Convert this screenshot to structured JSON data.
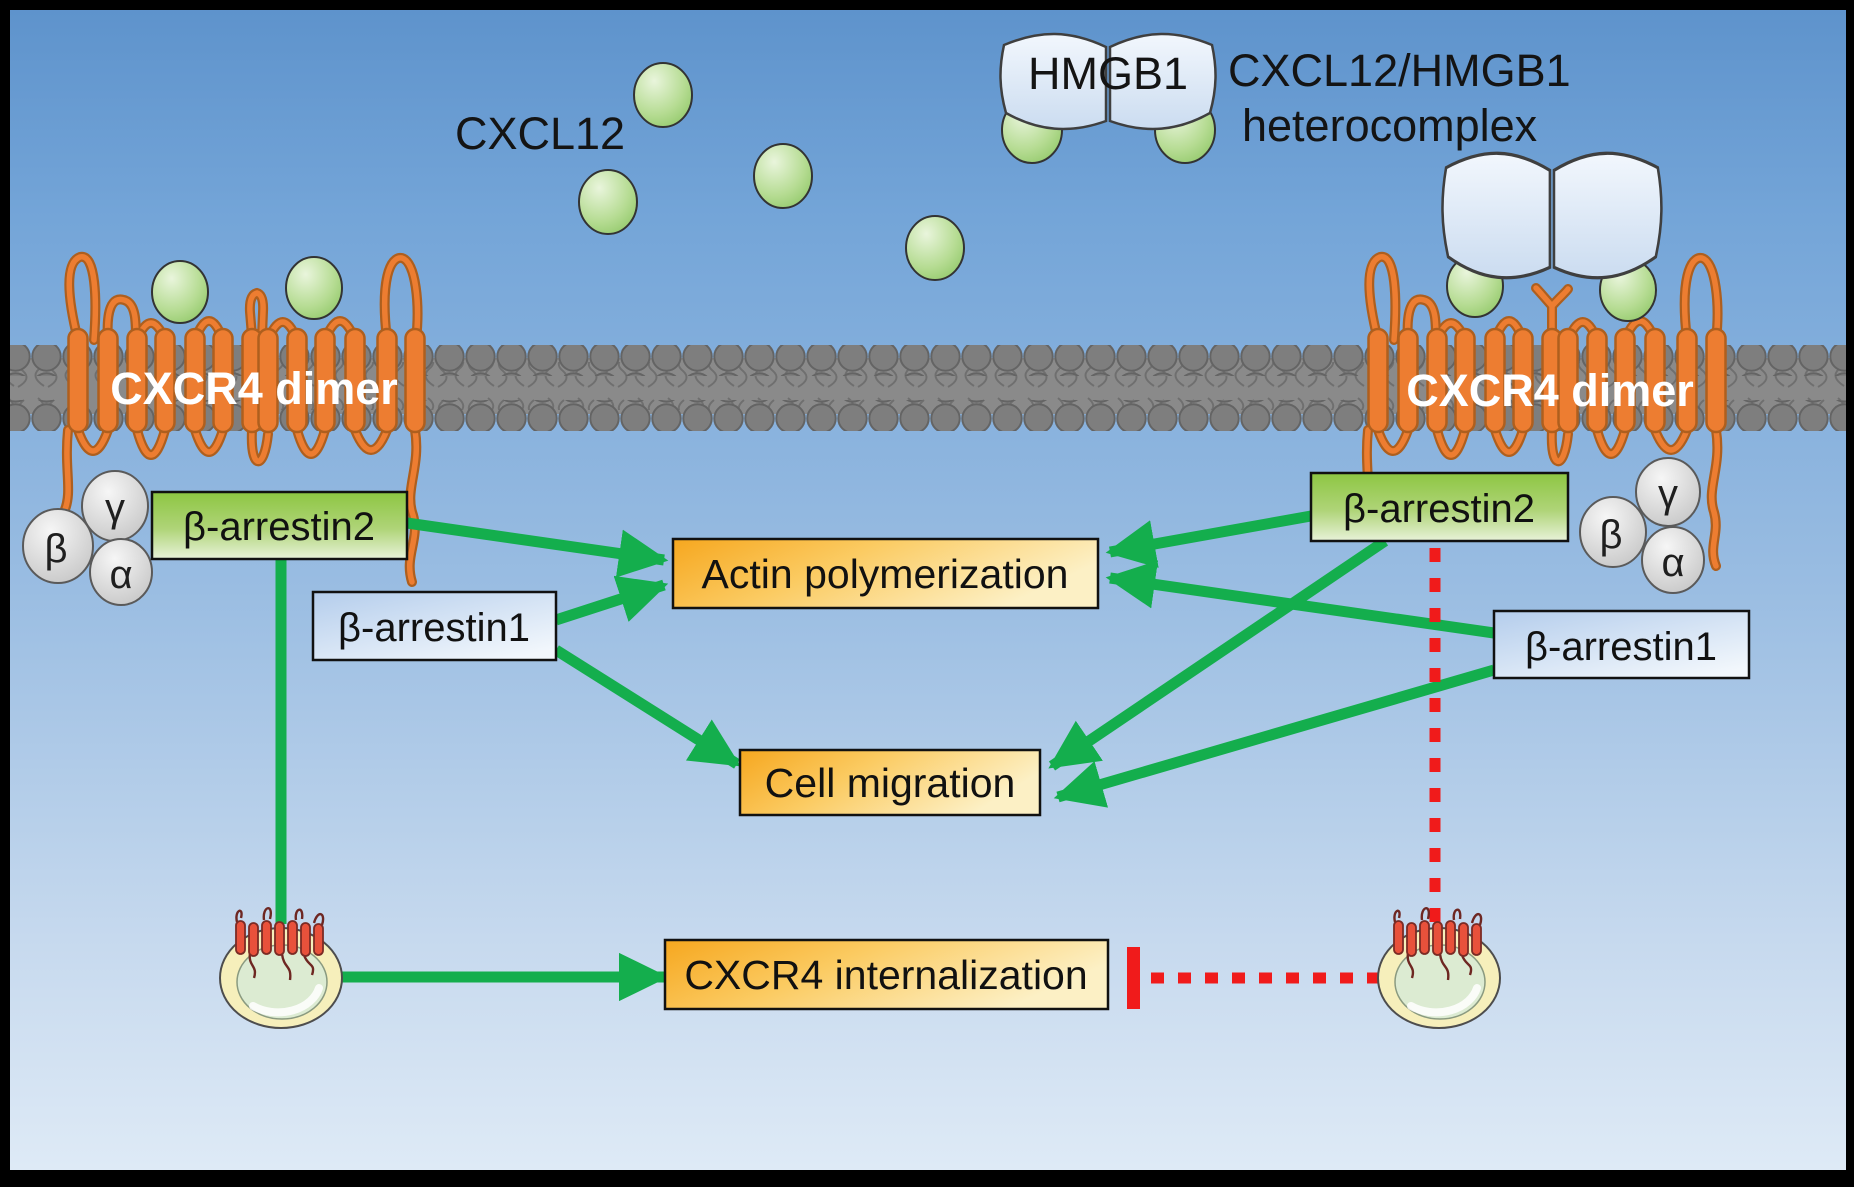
{
  "ligands": {
    "cxcl12_label": "CXCL12",
    "hmgb1_label": "HMGB1",
    "heterocomplex_line1": "CXCL12/HMGB1",
    "heterocomplex_line2": "heterocomplex"
  },
  "receptors": {
    "left_label": "CXCR4 dimer",
    "right_label": "CXCR4 dimer"
  },
  "g_protein": {
    "alpha": "α",
    "beta": "β",
    "gamma": "γ"
  },
  "arrestins": {
    "left_beta_arrestin2": "β-arrestin2",
    "left_beta_arrestin1": "β-arrestin1",
    "right_beta_arrestin2": "β-arrestin2",
    "right_beta_arrestin1": "β-arrestin1"
  },
  "processes": {
    "actin": "Actin polymerization",
    "migration": "Cell migration",
    "internalization": "CXCR4 internalization"
  },
  "colors": {
    "activation_arrow": "#14AE4D",
    "inhibition_line": "#F01B1B",
    "receptor_orange": "#ED7D31",
    "membrane_gray": "#8A8A8A",
    "ligand_green": "#8FC868",
    "arrestin2_box_green": "#8DC642",
    "arrestin1_box_blue": "#BDD3EF",
    "process_box_orange": "#F8AE2D"
  }
}
